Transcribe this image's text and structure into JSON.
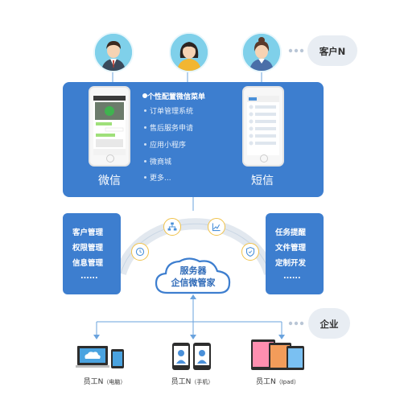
{
  "customers": {
    "tag": "客户N",
    "avatars": [
      "male-customer-avatar",
      "female-customer-avatar",
      "female-customer-avatar-2"
    ]
  },
  "channels": {
    "left_label": "微信",
    "right_label": "短信",
    "menu_title": "个性配置微信菜单",
    "menu_items": [
      "订单管理系统",
      "售后服务申请",
      "应用小程序",
      "微商城",
      "更多..."
    ]
  },
  "left_panel": {
    "items": [
      "客户管理",
      "权限管理",
      "信息管理",
      "......"
    ]
  },
  "right_panel": {
    "items": [
      "任务提醒",
      "文件管理",
      "定制开发",
      "......"
    ]
  },
  "server": {
    "line1": "服务器",
    "line2": "企信微管家"
  },
  "enterprise": {
    "tag": "企业"
  },
  "devices": [
    {
      "main": "员工N",
      "sub": "（电脑）"
    },
    {
      "main": "员工N",
      "sub": "（手机）"
    },
    {
      "main": "员工N",
      "sub": "（Ipad）"
    }
  ],
  "colors": {
    "panel": "#3d7ecf",
    "avatar_bg": "#7fd0ea",
    "accent_ring": "#f0c24a",
    "tag_circle": "#e8edf3"
  }
}
